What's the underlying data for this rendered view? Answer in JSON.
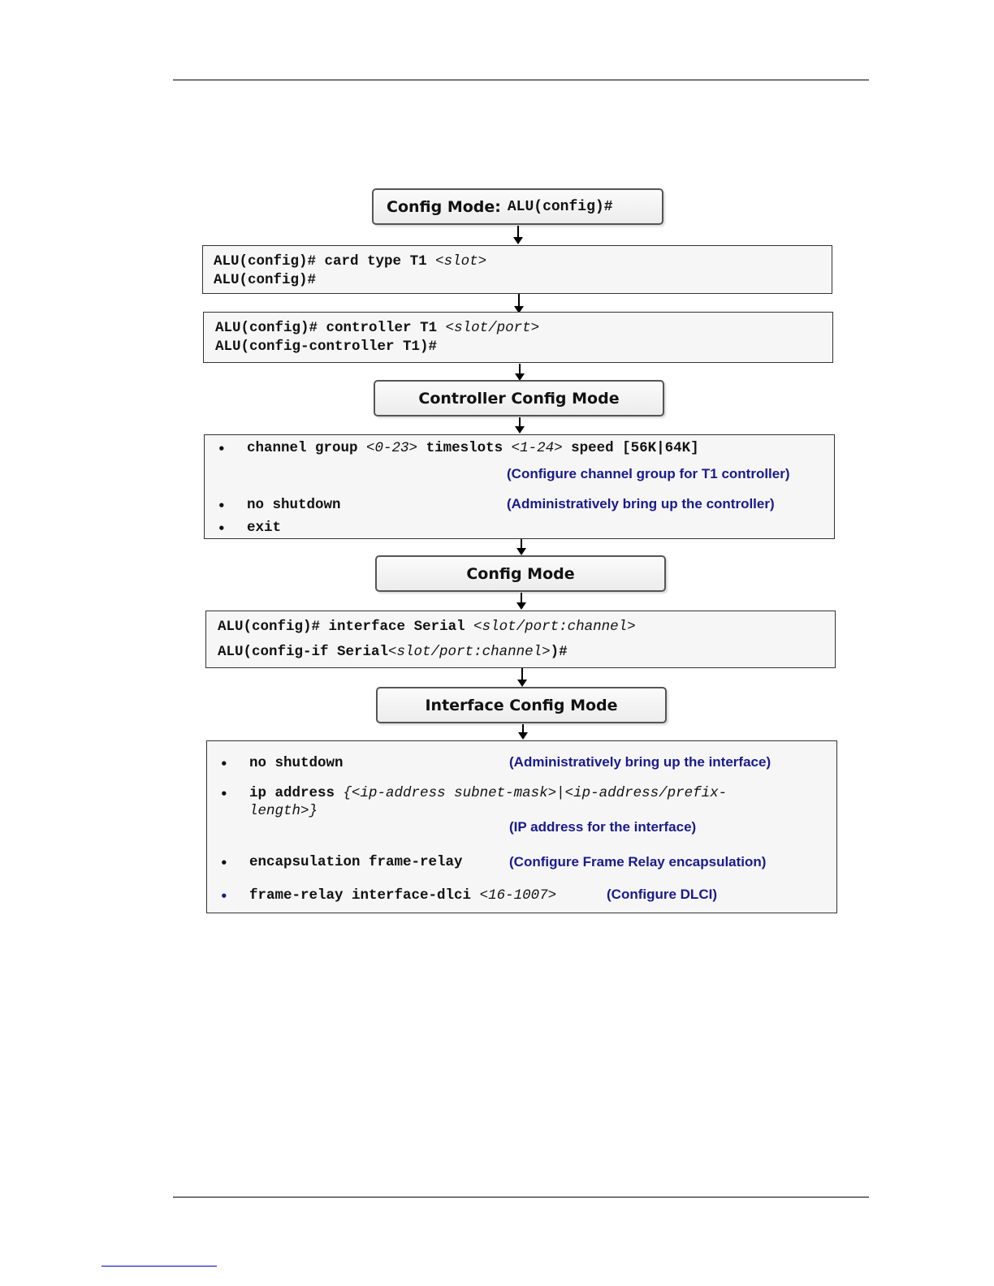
{
  "steps": {
    "config_mode_top": {
      "label": "Config Mode:",
      "prompt": "ALU(config)#"
    },
    "card_type": {
      "line1_prompt": "ALU(config)#",
      "line1_cmd": "card type T1",
      "line1_arg": "<slot>",
      "line2_prompt": "ALU(config)#"
    },
    "controller": {
      "line1_prompt": "ALU(config)#",
      "line1_cmd": "controller T1",
      "line1_arg": "<slot/port>",
      "line2_prompt": "ALU(config-controller T1)#"
    },
    "controller_mode": {
      "label": "Controller Config Mode"
    },
    "controller_cmds": {
      "items": [
        {
          "bullet": "•",
          "cmd1": "channel group",
          "arg1": "<0-23>",
          "cmd2": "timeslots",
          "arg2": "<1-24>",
          "cmd3": "speed",
          "opt": "[56K|64K]"
        },
        {
          "bullet": "•",
          "cmd": "no shutdown"
        },
        {
          "bullet": "•",
          "cmd": "exit"
        }
      ],
      "notes": [
        "(Configure channel group for T1 controller)",
        "(Administratively bring up the controller)"
      ]
    },
    "config_mode_mid": {
      "label": "Config Mode"
    },
    "interface": {
      "line1_prompt": "ALU(config)#",
      "line1_cmd": "interface Serial",
      "line1_arg": "<slot/port:channel>",
      "line2_prefix": "ALU(config-if Serial",
      "line2_arg": "<slot/port:channel>",
      "line2_suffix": ")#"
    },
    "interface_mode": {
      "label": "Interface Config Mode"
    },
    "interface_cmds": {
      "items": [
        {
          "bullet": "•",
          "cmd": "no shutdown",
          "note": "(Administratively bring up the interface)"
        },
        {
          "bullet": "•",
          "cmd": "ip address",
          "arg_a": "{<ip-address subnet-mask>|<ip-address/prefix-",
          "arg_b": "length>}",
          "note": "(IP address for the interface)"
        },
        {
          "bullet": "•",
          "cmd": "encapsulation frame-relay",
          "note": "(Configure Frame Relay encapsulation)"
        },
        {
          "bullet": "•",
          "cmd": "frame-relay interface-dlci",
          "arg": "<16-1007>",
          "note": "(Configure DLCI)"
        }
      ]
    }
  },
  "colors": {
    "note_text": "#1a1a8c",
    "box_border": "#333333"
  }
}
